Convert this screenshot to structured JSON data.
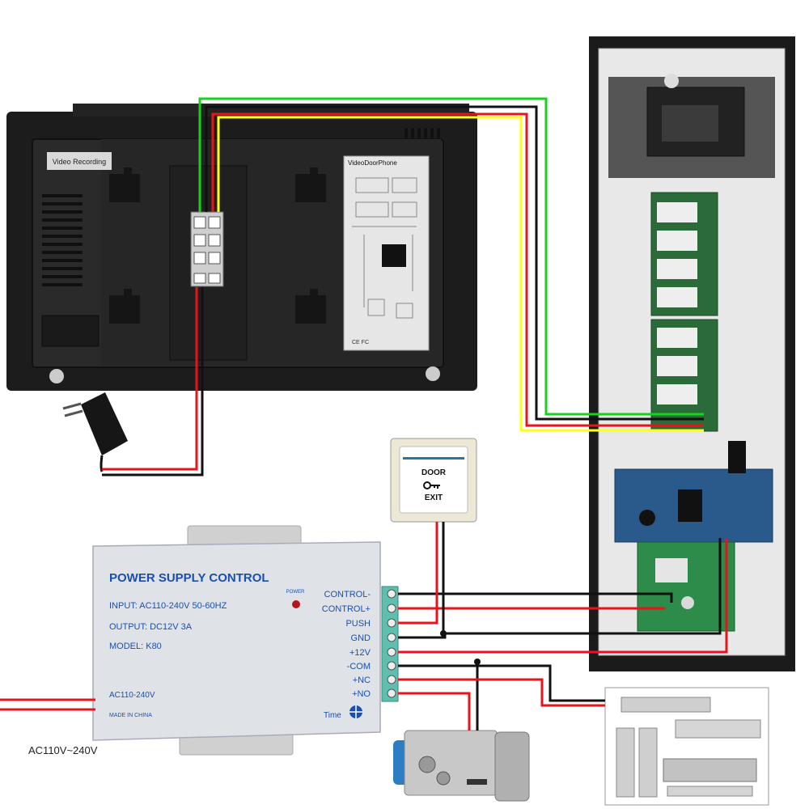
{
  "monitor": {
    "sticker_label": "Video Recording",
    "panel_title": "VideoDoorPhone"
  },
  "exit_button": {
    "line1": "DOOR",
    "line2": "EXIT"
  },
  "power_supply": {
    "title": "POWER SUPPLY CONTROL",
    "input_spec": "INPUT: AC110-240V  50-60HZ",
    "output_spec": "OUTPUT: DC12V  3A",
    "model": "MODEL: K80",
    "power_led_label": "POWER",
    "ac_label": "AC110-240V",
    "made_in": "MADE IN CHINA",
    "time_label": "Time",
    "terminals": [
      "CONTROL-",
      "CONTROL+",
      "PUSH",
      "GND",
      "+12V",
      "-COM",
      "+NC",
      "+NO"
    ]
  },
  "mains_label": "AC110V~240V",
  "wire_colors": {
    "red": "#e8141c",
    "black": "#111111",
    "green": "#19d11d",
    "yellow": "#ffff1a"
  }
}
